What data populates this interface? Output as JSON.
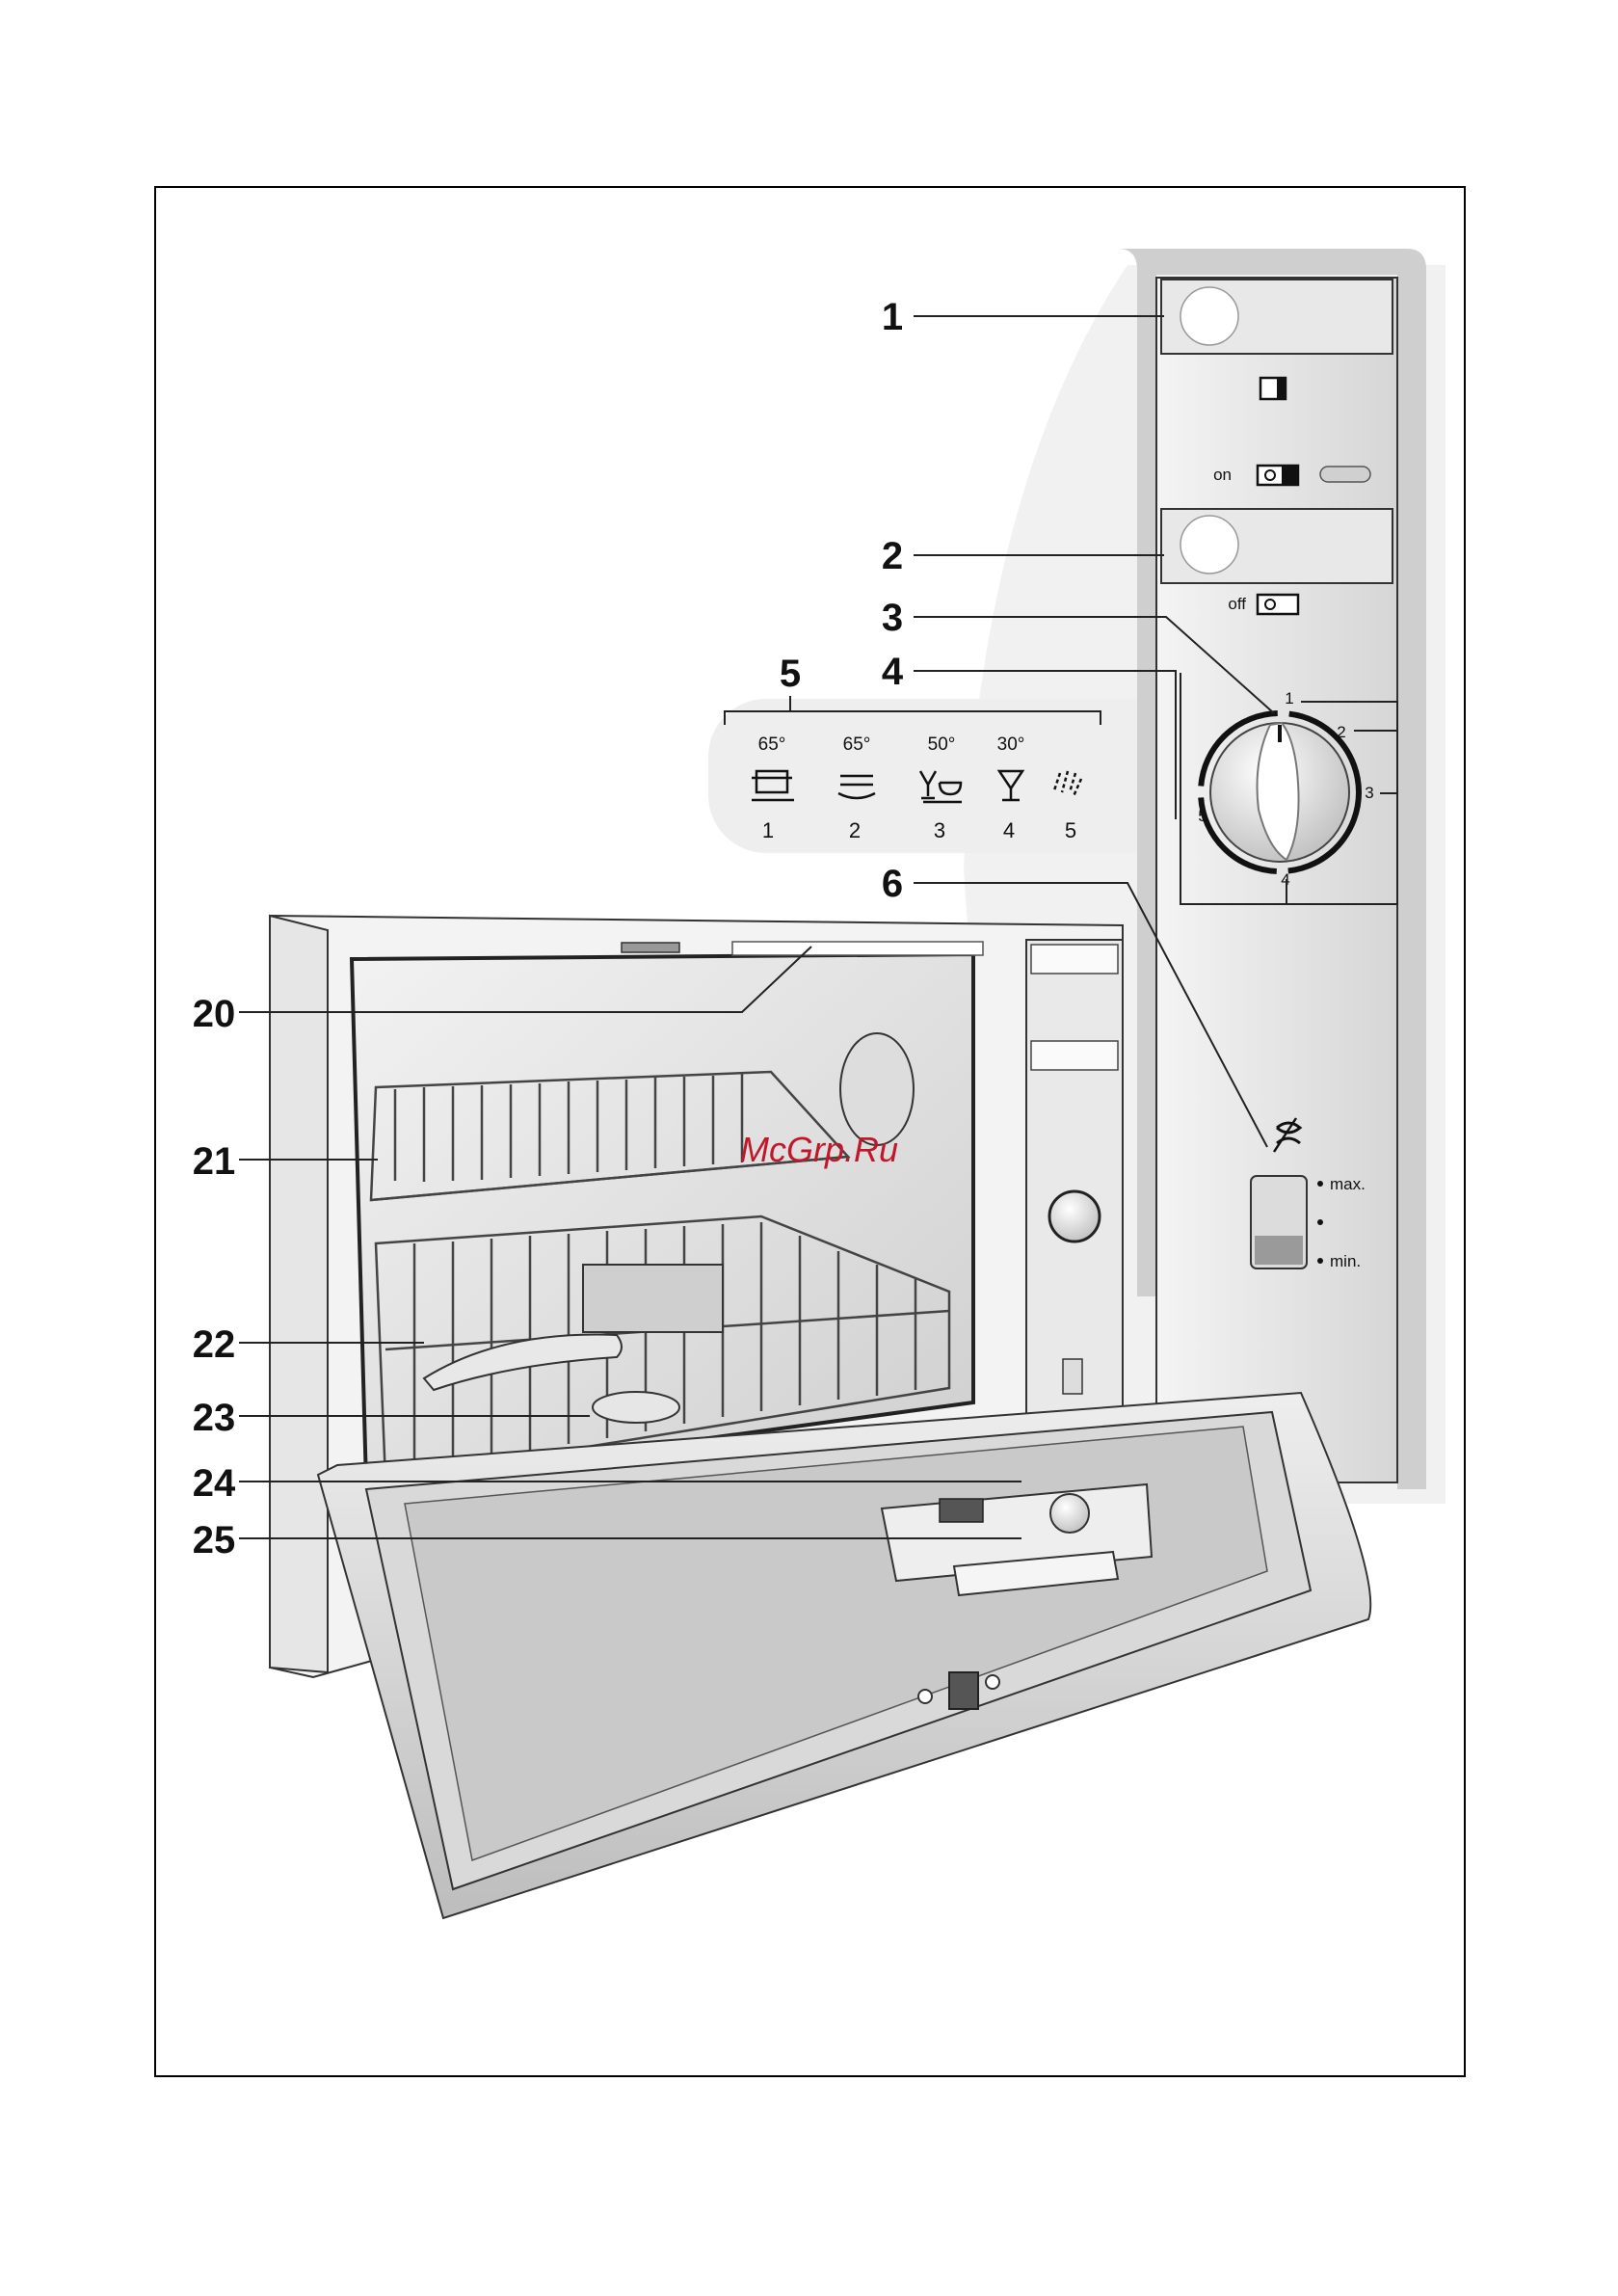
{
  "watermark": "McGrp.Ru",
  "callouts": {
    "c1": "1",
    "c2": "2",
    "c3": "3",
    "c4": "4",
    "c5": "5",
    "c6": "6",
    "c20": "20",
    "c21": "21",
    "c22": "22",
    "c23": "23",
    "c24": "24",
    "c25": "25"
  },
  "panel": {
    "on_label": "on",
    "off_label": "off",
    "dial_numbers": [
      "1",
      "2",
      "3",
      "4",
      "5"
    ],
    "rinse_max": "max.",
    "rinse_min": "min."
  },
  "programs": [
    {
      "temp": "65°",
      "number": "1",
      "icon": "pot-icon"
    },
    {
      "temp": "65°",
      "number": "2",
      "icon": "plates-icon"
    },
    {
      "temp": "50°",
      "number": "3",
      "icon": "glass-cup-icon"
    },
    {
      "temp": "30°",
      "number": "4",
      "icon": "wine-glass-icon"
    },
    {
      "temp": "",
      "number": "5",
      "icon": "pre-rinse-icon"
    }
  ],
  "colors": {
    "watermark": "#c0182a",
    "panel_gray": "#e3e3e3",
    "line": "#222222"
  }
}
